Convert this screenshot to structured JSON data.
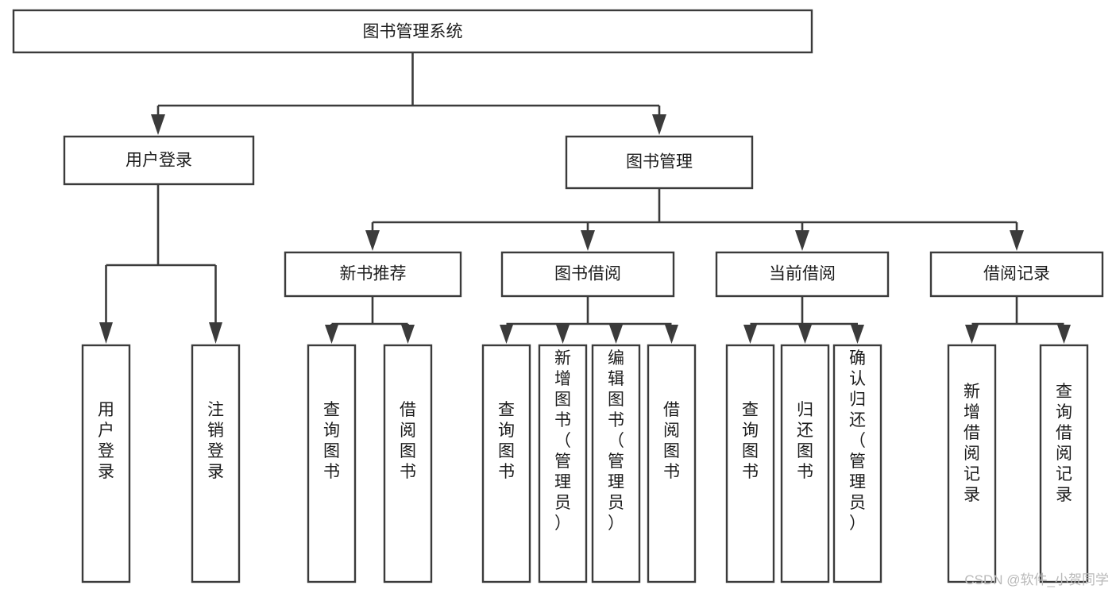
{
  "diagram": {
    "title": "图书管理系统",
    "orientation": "top-down-tree",
    "root": {
      "id": "root",
      "label": "图书管理系统"
    },
    "level2": [
      {
        "id": "user-login",
        "label": "用户登录"
      },
      {
        "id": "book-management",
        "label": "图书管理"
      }
    ],
    "level3": [
      {
        "id": "new-book-recommend",
        "label": "新书推荐"
      },
      {
        "id": "book-borrow",
        "label": "图书借阅"
      },
      {
        "id": "current-borrow",
        "label": "当前借阅"
      },
      {
        "id": "borrow-record",
        "label": "借阅记录"
      }
    ],
    "leaves": {
      "user_login": [
        {
          "id": "leaf-user-login",
          "label": "用户登录"
        },
        {
          "id": "leaf-logout",
          "label": "注销登录"
        }
      ],
      "new_book_recommend": [
        {
          "id": "leaf-query-book-1",
          "label": "查询图书"
        },
        {
          "id": "leaf-borrow-book-1",
          "label": "借阅图书"
        }
      ],
      "book_borrow": [
        {
          "id": "leaf-query-book-2",
          "label": "查询图书"
        },
        {
          "id": "leaf-add-book",
          "label": "新增图书（管理员）"
        },
        {
          "id": "leaf-edit-book",
          "label": "编辑图书（管理员）"
        },
        {
          "id": "leaf-borrow-book-2",
          "label": "借阅图书"
        }
      ],
      "current_borrow": [
        {
          "id": "leaf-query-book-3",
          "label": "查询图书"
        },
        {
          "id": "leaf-return-book",
          "label": "归还图书"
        },
        {
          "id": "leaf-confirm-return",
          "label": "确认归还（管理员）"
        }
      ],
      "borrow_record": [
        {
          "id": "leaf-add-record",
          "label": "新增借阅记录"
        },
        {
          "id": "leaf-query-record",
          "label": "查询借阅记录"
        }
      ]
    }
  },
  "watermark": {
    "label": "CSDN @软件_小贺同学"
  },
  "colors": {
    "stroke": "#3b3b3b",
    "box_fill": "#ffffff",
    "text": "#1c1c1c",
    "watermark": "#b9b9b9",
    "background": "#ffffff"
  }
}
